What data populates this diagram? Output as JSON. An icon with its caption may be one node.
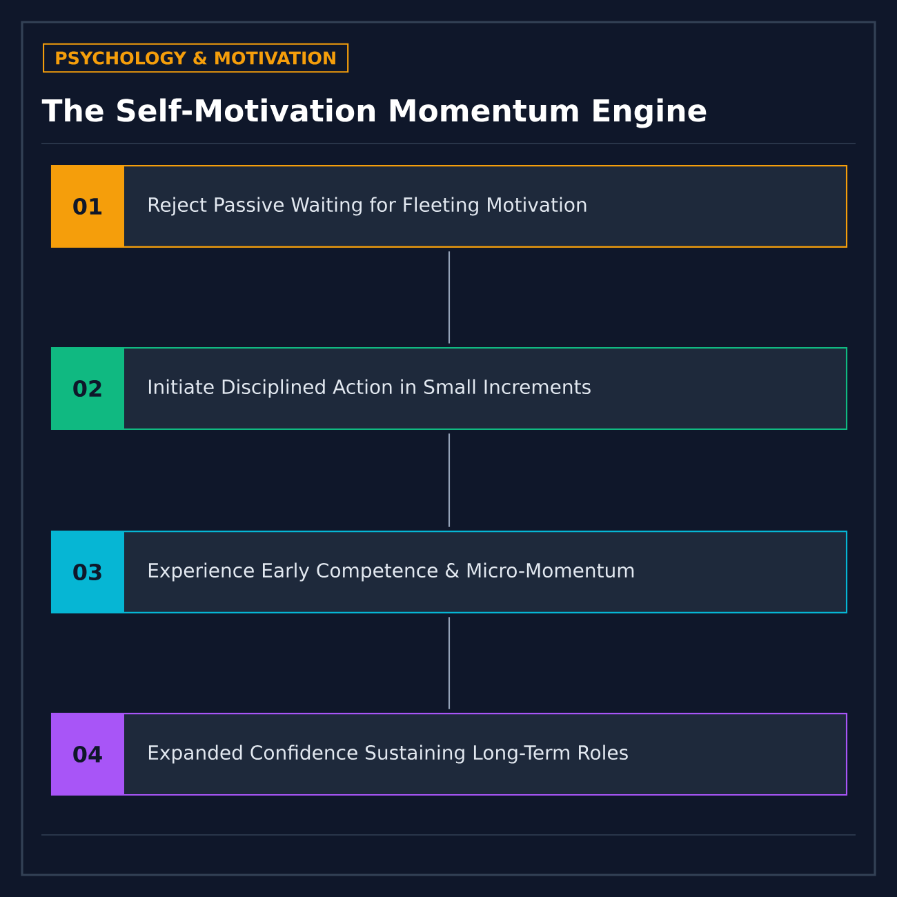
{
  "diagram": {
    "title": "The Self-Motivation Momentum Engine",
    "nodes": [
      {
        "text": [
          "01",
          "Reject Passive Waiting for Fleeting Motivation"
        ]
      },
      {
        "text": [
          "02",
          "Initiate Disciplined Action in Small Increments"
        ]
      },
      {
        "text": [
          "03",
          "Experience Early Competence & Micro-Momentum"
        ]
      },
      {
        "text": [
          "04",
          "Expanded Confidence Sustaining Long-Term Roles"
        ]
      }
    ],
    "edges": [
      {
        "from": 0,
        "to": 1,
        "arrow": "none"
      },
      {
        "from": 1,
        "to": 2,
        "arrow": "none"
      },
      {
        "from": 2,
        "to": 3,
        "arrow": "none"
      }
    ],
    "labels": [
      "PSYCHOLOGY & MOTIVATION"
    ]
  }
}
